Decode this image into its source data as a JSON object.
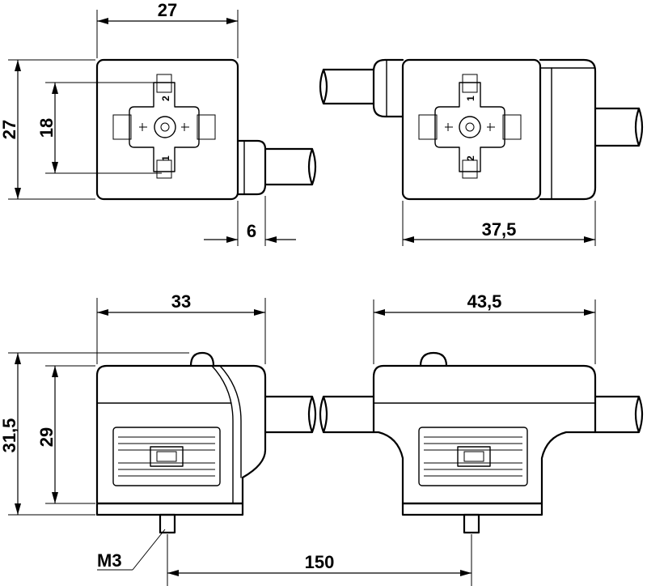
{
  "dimensions": {
    "front_view_1": {
      "width": "27",
      "height": "27",
      "inner_height": "18",
      "cable_offset": "6"
    },
    "front_view_2": {
      "width": "37,5"
    },
    "side_view_1": {
      "width": "33",
      "total_height": "31,5",
      "body_height": "29",
      "thread": "M3"
    },
    "side_view_2": {
      "width": "43,5"
    },
    "screw_spacing": "150"
  },
  "pin_labels": {
    "top": "2",
    "bottom": "1"
  }
}
